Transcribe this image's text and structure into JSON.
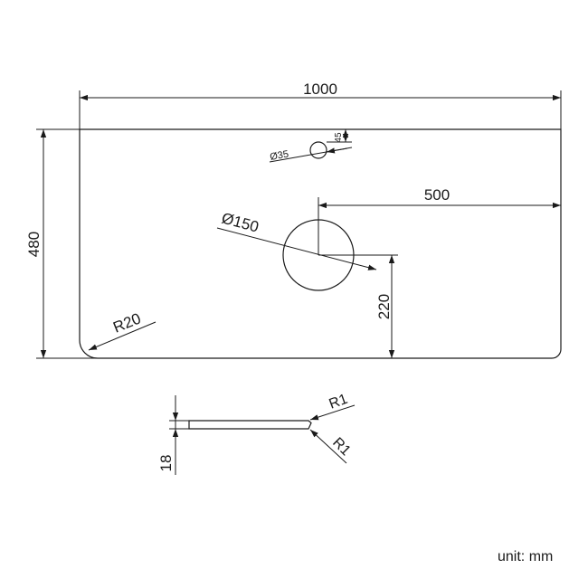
{
  "dimensions": {
    "overall_width": "1000",
    "overall_depth": "480",
    "tap_hole_diameter": "Ø35",
    "tap_hole_offset": "45",
    "basin_hole_diameter": "Ø150",
    "basin_center_from_right": "500",
    "basin_center_from_front": "220",
    "corner_radius": "R20",
    "thickness": "18",
    "edge_radius_top": "R1",
    "edge_radius_bottom": "R1"
  },
  "unit_label": "unit: mm"
}
